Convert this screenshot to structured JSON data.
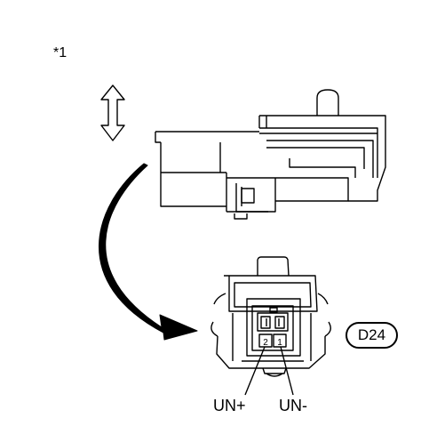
{
  "labels": {
    "ref_marker": "*1",
    "connector_code": "D24",
    "terminal_left": "UN+",
    "terminal_right": "UN-",
    "pin_1": "1",
    "pin_2": "2"
  },
  "colors": {
    "line": "#000000",
    "background": "#ffffff"
  }
}
